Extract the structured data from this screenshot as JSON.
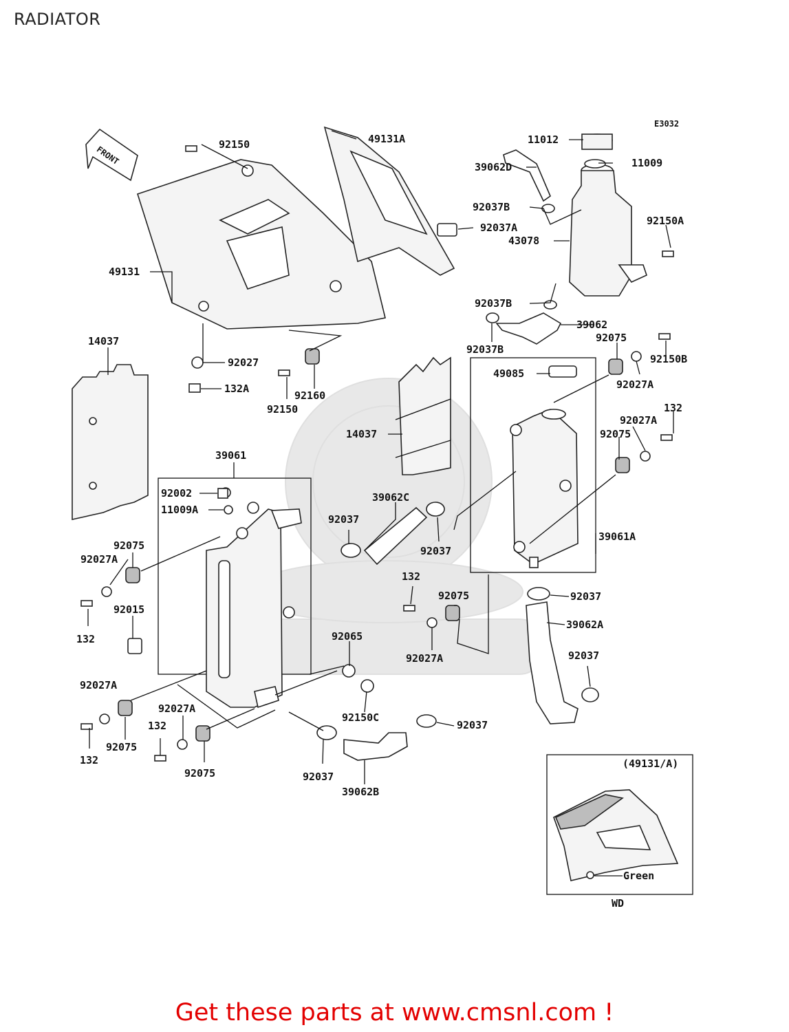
{
  "title": "RADIATOR",
  "diagram_code": "E3032",
  "front_label": "FRONT",
  "inset": {
    "ref": "(49131/A)",
    "color_note": "Green",
    "model": "WD"
  },
  "footer": "Get these parts at www.cmsnl.com !",
  "colors": {
    "footer": "#e30000",
    "line": "#111111"
  },
  "labels": [
    "92150",
    "49131A",
    "11012",
    "11009",
    "39062D",
    "92037B",
    "92037A",
    "43078",
    "92150A",
    "49131",
    "92037B",
    "39062",
    "92037B",
    "92075",
    "92150B",
    "14037",
    "92027",
    "132A",
    "92150",
    "92160",
    "49085",
    "92027A",
    "132",
    "92027A",
    "92075",
    "14037",
    "39061",
    "92002",
    "11009A",
    "39062C",
    "92037",
    "92037",
    "39061A",
    "92075",
    "92027A",
    "132",
    "92015",
    "132",
    "92075",
    "92037",
    "92065",
    "92027A",
    "39062A",
    "92037",
    "92027A",
    "92150C",
    "92037",
    "92027A",
    "132",
    "92075",
    "132",
    "92075",
    "92037",
    "39062B"
  ]
}
